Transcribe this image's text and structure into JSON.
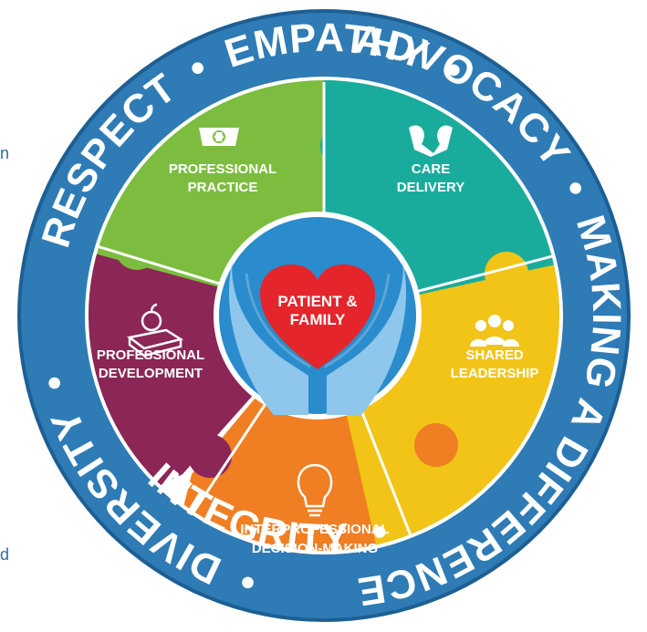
{
  "colors": {
    "ring": "#2e7bb5",
    "ring_edge": "#1d5f93",
    "practice": "#7cbd3f",
    "care": "#19ac9c",
    "leadership": "#f2c417",
    "decision": "#f07e23",
    "development": "#8b2656",
    "center": "#2a8ccc",
    "heart": "#e4252c"
  },
  "ring_values": {
    "empathy": "EMPATHY",
    "advocacy": "ADVOCACY",
    "making_a_difference": "MAKING A DIFFERENCE",
    "integrity": "INTEGRITY",
    "diversity": "DIVERSITY",
    "respect": "RESPECT",
    "separator": "•"
  },
  "pieces": {
    "professional_practice": {
      "line1": "PROFESSIONAL",
      "line2": "PRACTICE",
      "icon": "nurse-cap-icon"
    },
    "care_delivery": {
      "line1": "CARE",
      "line2": "DELIVERY",
      "icon": "heart-hands-icon"
    },
    "shared_leadership": {
      "line1": "SHARED",
      "line2": "LEADERSHIP",
      "icon": "group-people-icon"
    },
    "interprofessional_decision_making": {
      "line1": "INTERPROFESSIONAL",
      "line2": "DECISION-MAKING",
      "icon": "lightbulb-icon"
    },
    "professional_development": {
      "line1": "PROFESSIONAL",
      "line2": "DEVELOPMENT",
      "icon": "apple-books-icon"
    }
  },
  "center": {
    "line1": "PATIENT &",
    "line2": "FAMILY",
    "icon": "cupped-hands-icon"
  },
  "edge_text": {
    "left_top": "n",
    "left_bottom": "d"
  }
}
